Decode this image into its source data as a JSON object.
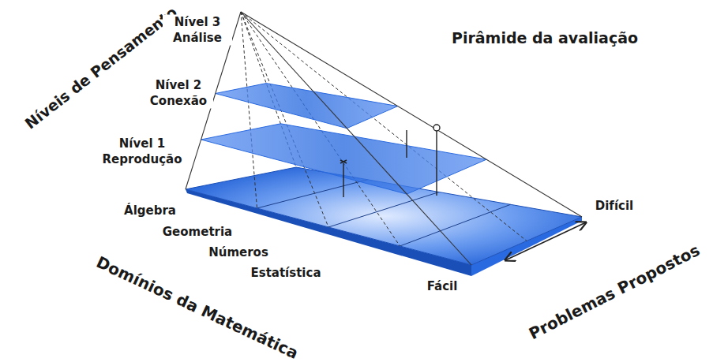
{
  "diagram": {
    "title": "Pirâmide da avaliação",
    "labels": [
      "Níveis de Pensamento",
      "Nível 3 Análise",
      "Nível 2 Conexão",
      "Nível 1 Reprodução",
      "Álgebra",
      "Geometria",
      "Números",
      "Estatística",
      "Difícil",
      "Fácil",
      "Domínios da Matemática",
      "Problemas Propostos"
    ]
  }
}
